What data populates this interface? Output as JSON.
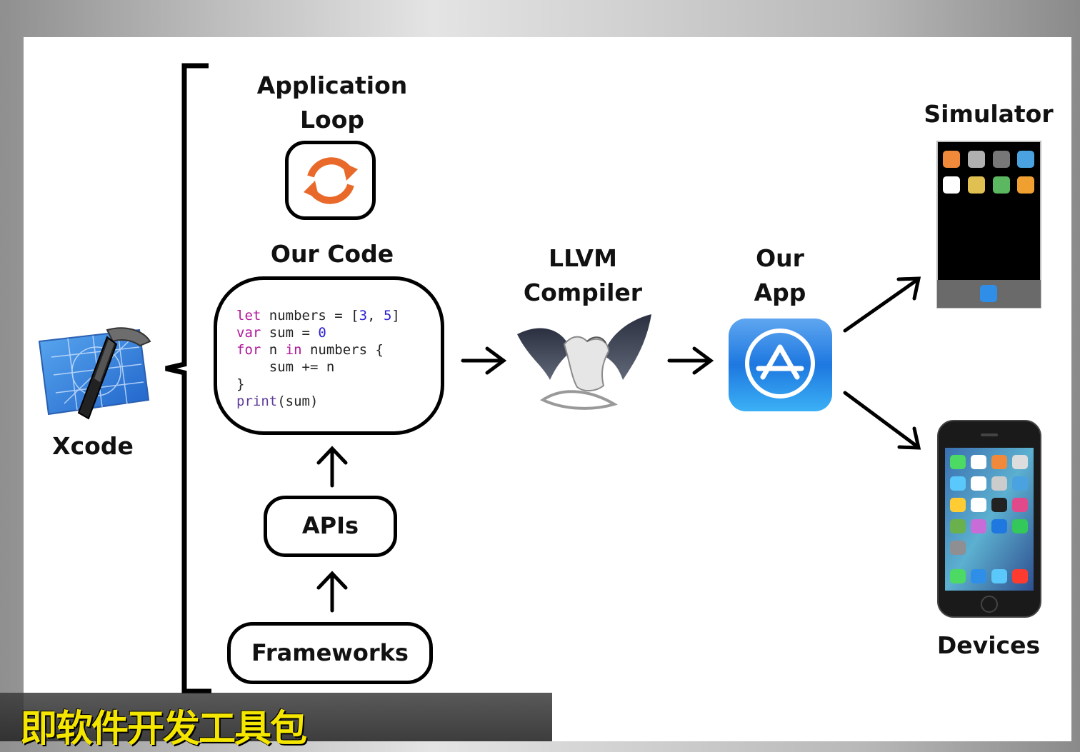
{
  "labels": {
    "xcode": "Xcode",
    "application_loop_line1": "Application",
    "application_loop_line2": "Loop",
    "our_code": "Our Code",
    "llvm_line1": "LLVM",
    "llvm_line2": "Compiler",
    "our_app_line1": "Our",
    "our_app_line2": "App",
    "simulator": "Simulator",
    "devices": "Devices",
    "apis": "APIs",
    "frameworks": "Frameworks"
  },
  "code": {
    "line1": {
      "kw": "let",
      "rest": " numbers = [",
      "n1": "3",
      "sep": ", ",
      "n2": "5",
      "end": "]"
    },
    "line2": {
      "kw": "var",
      "rest": " sum = ",
      "n1": "0"
    },
    "line3": {
      "kw": "for",
      "mid": " n ",
      "kw2": "in",
      "rest": " numbers {"
    },
    "line4": {
      "text": "    sum += n"
    },
    "line5": {
      "text": "}"
    },
    "line6": {
      "fn": "print",
      "rest": "(sum)"
    }
  },
  "subtitle": "即软件开发工具包",
  "colors": {
    "loop_orange": "#e8692a",
    "keyword": "#b0159a",
    "number": "#2a1fd1",
    "subtitle": "#f5e600",
    "appstore_blue": "#1e78e0"
  },
  "icons": {
    "xcode": "xcode-hammer-icon",
    "loop": "refresh-loop-icon",
    "llvm": "llvm-dragon-icon",
    "app": "app-store-icon",
    "simulator": "iphone-simulator-icon",
    "device": "iphone-device-icon"
  }
}
